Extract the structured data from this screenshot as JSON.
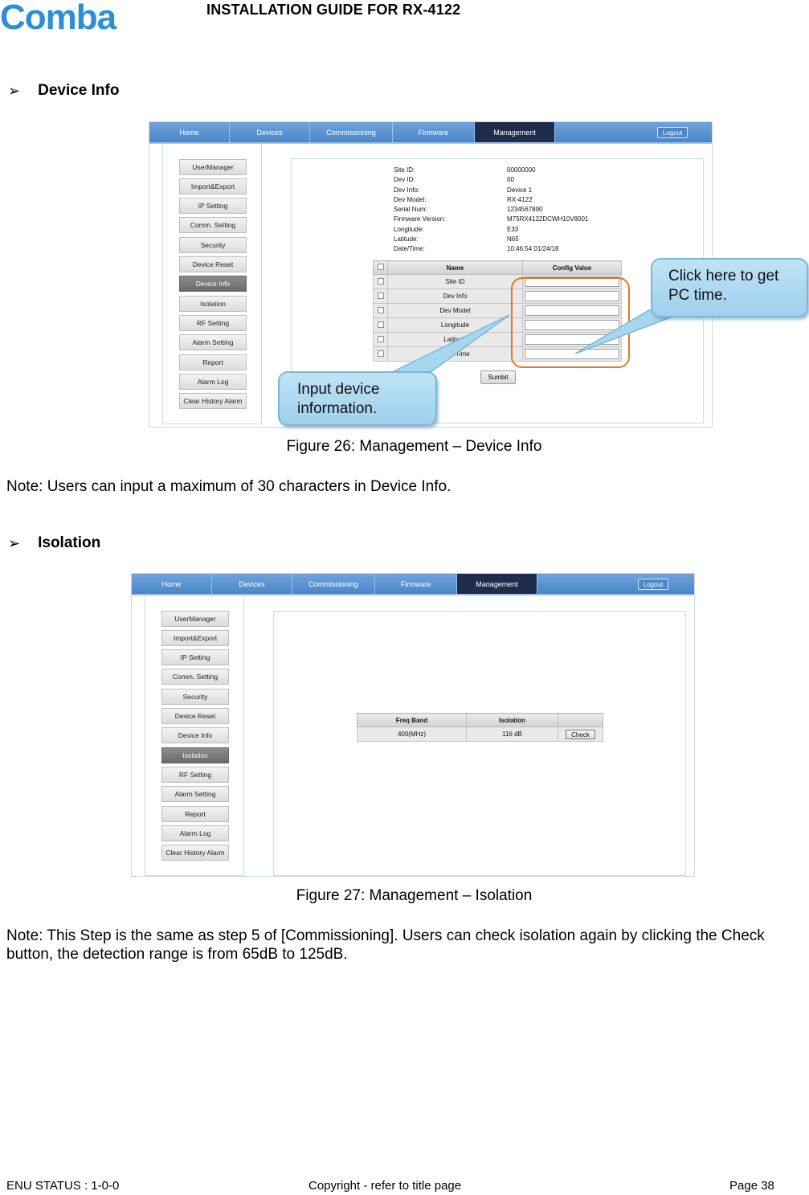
{
  "header": {
    "logo_text": "Comba",
    "title": "INSTALLATION GUIDE FOR RX-4122"
  },
  "colors": {
    "logo": "#2a8fd4",
    "nav": "#4a86c9",
    "nav_active": "#1f2c4e",
    "callout": "#a9d6ef",
    "highlight": "#e07a22"
  },
  "section1": {
    "bullet_icon": "arrow-bullet-icon",
    "bullet": "➢",
    "title": "Device Info",
    "caption": "Figure 26: Management – Device Info",
    "note": "Note: Users can input a maximum of 30 characters in Device Info."
  },
  "section2": {
    "bullet": "➢",
    "title": "Isolation",
    "caption": "Figure 27: Management – Isolation",
    "note": "Note: This Step is the same as step 5 of [Commissioning]. Users can check isolation again by clicking the Check button, the detection range is from 65dB to 125dB."
  },
  "nav": {
    "tabs": [
      "Home",
      "Devices",
      "Commissioning",
      "Firmware",
      "Management"
    ],
    "active": "Management",
    "logout": "Logout"
  },
  "sidebar": {
    "items": [
      "UserManager",
      "Import&Export",
      "IP Setting",
      "Comm. Setting",
      "Security",
      "Device Reset",
      "Device Info",
      "Isolation",
      "RF Setting",
      "Alarm Setting",
      "Report",
      "Alarm Log",
      "Clear History Alarm"
    ]
  },
  "device_info": {
    "fields": [
      {
        "label": "Site ID:",
        "value": "00000000"
      },
      {
        "label": "Dev ID:",
        "value": "00"
      },
      {
        "label": "Dev Info:",
        "value": "Device 1"
      },
      {
        "label": "Dev Model:",
        "value": "RX-4122"
      },
      {
        "label": "Serial Num:",
        "value": "1234567890"
      },
      {
        "label": "Firmware Version:",
        "value": "M75RX4122DCWH10V8001"
      },
      {
        "label": "Longitude:",
        "value": "E33"
      },
      {
        "label": "Latitude:",
        "value": "N65"
      },
      {
        "label": "Date/Time:",
        "value": "10:46:54 01/24/18"
      }
    ],
    "table": {
      "headers": [
        "Name",
        "Config Value"
      ],
      "rows": [
        "Site ID",
        "Dev Info",
        "Dev Model",
        "Longitude",
        "Latitude",
        "Date/Time"
      ]
    },
    "submit": "Sumbit",
    "callout_pc_time": "Click here to get PC time.",
    "callout_input": "Input device information."
  },
  "isolation": {
    "headers": [
      "Freq Band",
      "Isolation",
      ""
    ],
    "row": {
      "freq_band": "400(MHz)",
      "isolation": "116 dB",
      "button": "Check"
    }
  },
  "footer": {
    "status": "ENU STATUS : 1-0-0",
    "copyright": "Copyright - refer to title page",
    "page": "Page 38"
  }
}
